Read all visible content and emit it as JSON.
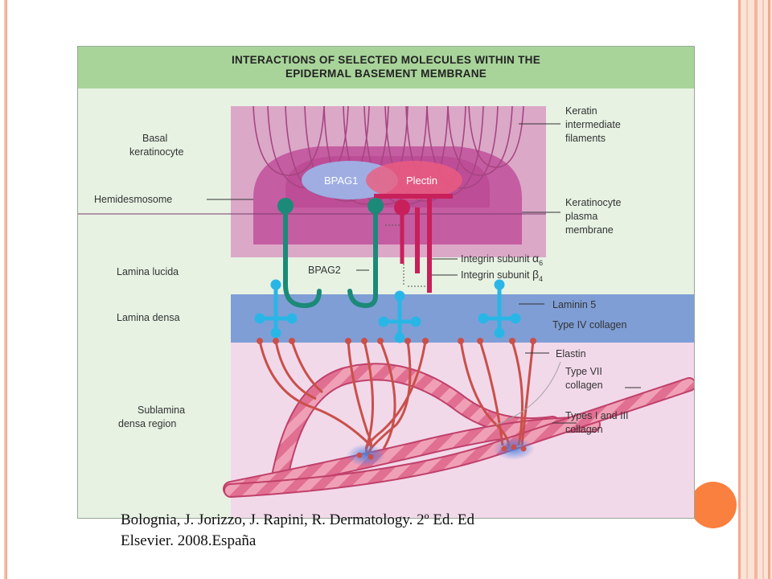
{
  "figure": {
    "title_line1": "INTERACTIONS OF SELECTED MOLECULES WITHIN THE",
    "title_line2": "EPIDERMAL BASEMENT MEMBRANE",
    "left_labels": {
      "basal_keratinocyte_1": "Basal",
      "basal_keratinocyte_2": "keratinocyte",
      "hemidesmosome": "Hemidesmosome",
      "lamina_lucida": "Lamina lucida",
      "lamina_densa": "Lamina densa",
      "sublamina_1": "Sublamina",
      "sublamina_2": "densa region"
    },
    "right_labels": {
      "keratin_1": "Keratin",
      "keratin_2": "intermediate",
      "keratin_3": "filaments",
      "plasma_1": "Keratinocyte",
      "plasma_2": "plasma",
      "plasma_3": "membrane",
      "integrin_a6": "Integrin subunit",
      "integrin_b4": "Integrin subunit",
      "laminin5": "Laminin 5",
      "type4": "Type IV collagen",
      "elastin": "Elastin",
      "type7_1": "Type VII",
      "type7_2": "collagen",
      "types13_1": "Types I and III",
      "types13_2": "collagen"
    },
    "greek": {
      "alpha": "α",
      "alpha_sub": "6",
      "beta": "β",
      "beta_sub": "4"
    },
    "inner_labels": {
      "bpag1": "BPAG1",
      "plectin": "Plectin",
      "bpag2": "BPAG2"
    }
  },
  "caption": {
    "line1": "Bolognia, J. Jorizzo, J. Rapini, R. Dermatology. 2º Ed. Ed",
    "line2": "Elsevier. 2008.España"
  },
  "colors": {
    "accent_circle": "#f9803f",
    "header_green": "#a8d49a",
    "lamina_densa_blue": "#7f9ed6",
    "bpag2_teal": "#1b8a78",
    "integrin_red": "#c8205a",
    "laminin_cyan": "#29b6e6"
  }
}
